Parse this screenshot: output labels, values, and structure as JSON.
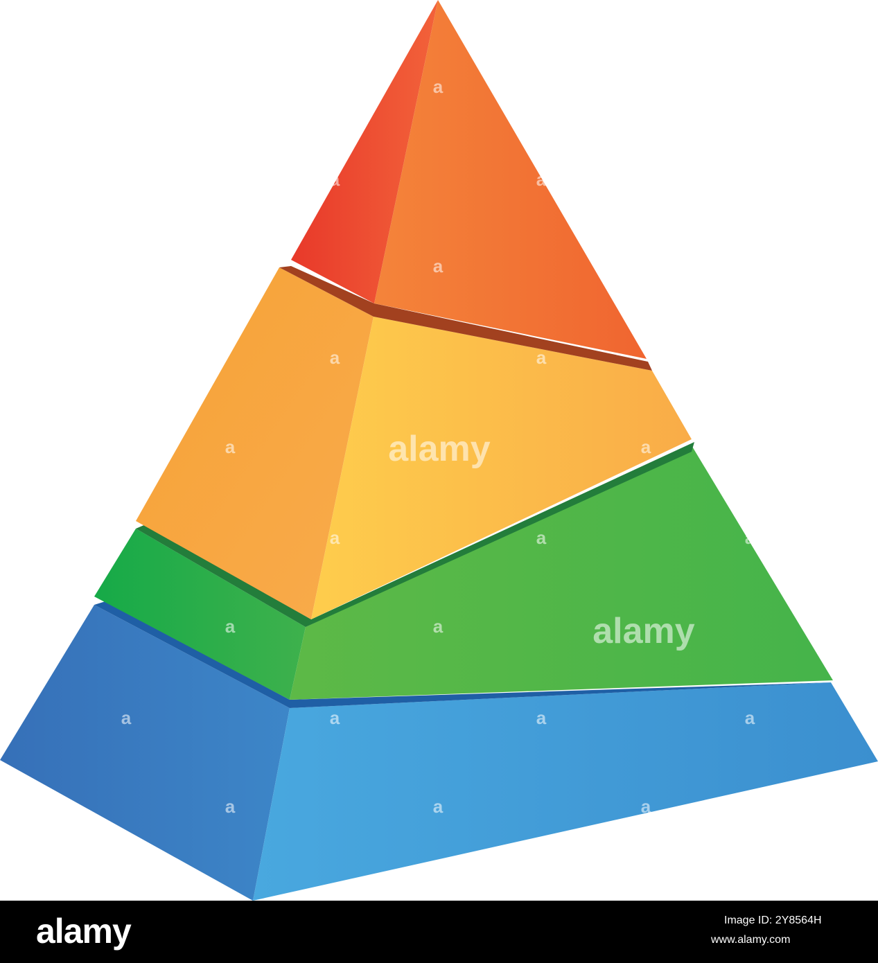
{
  "watermark": {
    "large_text": "alamy",
    "small_text": "a"
  },
  "footer": {
    "logo": "alamy",
    "image_id": "Image ID: 2Y8564H",
    "url": "www.alamy.com"
  },
  "diagram": {
    "type": "layered pyramid",
    "layers": [
      {
        "id": "top",
        "color_left": "#e8392a",
        "color_front": "#f47a35"
      },
      {
        "id": "upper-middle",
        "color_left": "#f5a33b",
        "color_front": "#fdc84c"
      },
      {
        "id": "lower-middle",
        "color_left": "#1aac4a",
        "color_front": "#5cb946"
      },
      {
        "id": "base",
        "color_left": "#3975bb",
        "color_front": "#48a6de"
      }
    ]
  }
}
